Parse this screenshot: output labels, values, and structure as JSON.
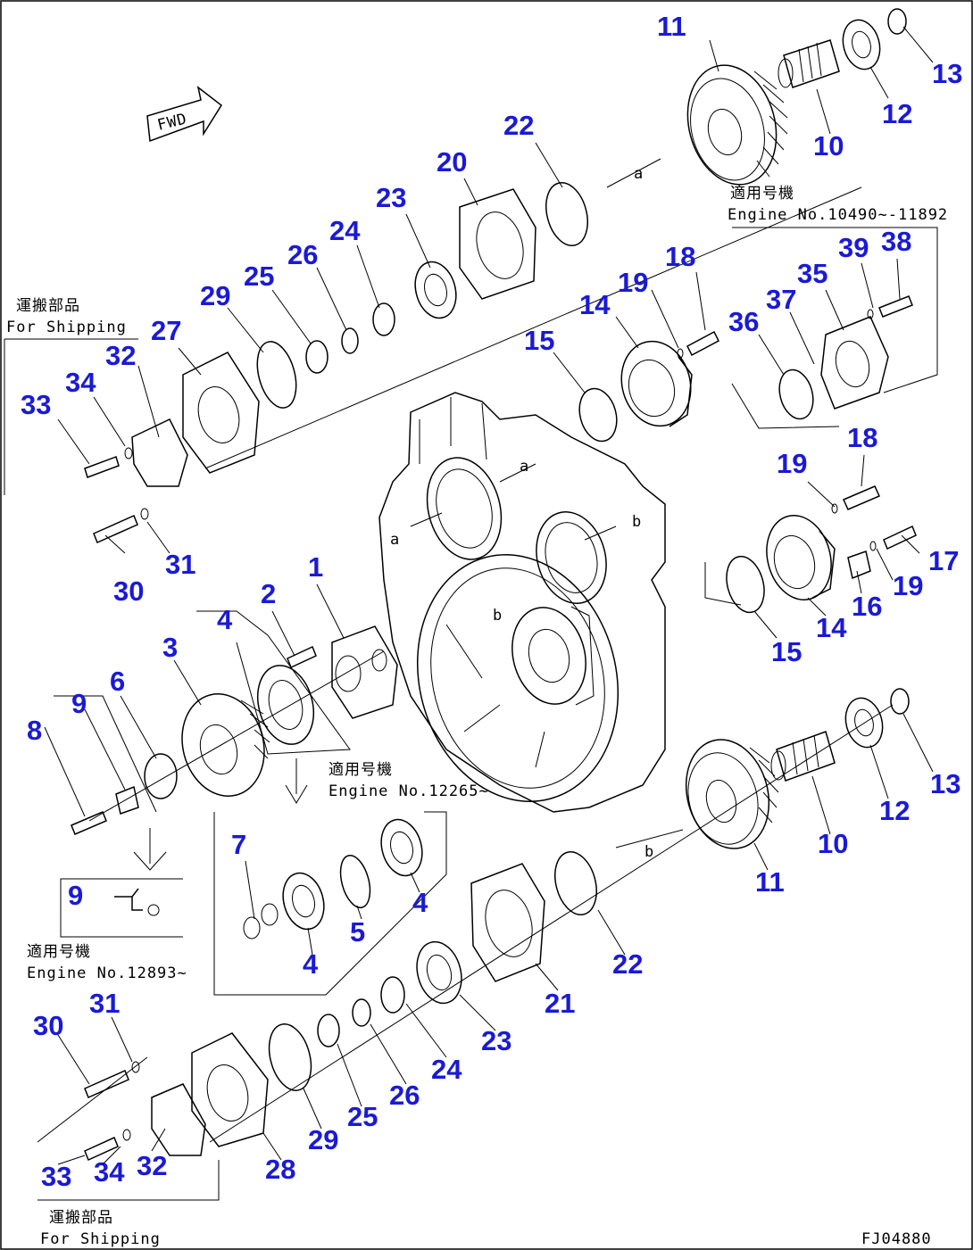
{
  "drawing_id": "FJ04880",
  "fwd_label": "FWD",
  "ref_letters": {
    "a": "a",
    "b": "b"
  },
  "notes": {
    "shipping_jp": "運搬部品",
    "shipping_en": "For Shipping",
    "serial_jp": "適用号機",
    "engine_10490": "Engine No.10490~-11892",
    "engine_12265": "Engine No.12265~",
    "engine_12893": "Engine No.12893~"
  },
  "callouts": [
    {
      "id": "c1",
      "text": "1"
    },
    {
      "id": "c2",
      "text": "2"
    },
    {
      "id": "c3",
      "text": "3"
    },
    {
      "id": "c4a",
      "text": "4"
    },
    {
      "id": "c4b",
      "text": "4"
    },
    {
      "id": "c4c",
      "text": "4"
    },
    {
      "id": "c5",
      "text": "5"
    },
    {
      "id": "c6",
      "text": "6"
    },
    {
      "id": "c7",
      "text": "7"
    },
    {
      "id": "c8",
      "text": "8"
    },
    {
      "id": "c9a",
      "text": "9"
    },
    {
      "id": "c9b",
      "text": "9"
    },
    {
      "id": "c10a",
      "text": "10"
    },
    {
      "id": "c10b",
      "text": "10"
    },
    {
      "id": "c11a",
      "text": "11"
    },
    {
      "id": "c11b",
      "text": "11"
    },
    {
      "id": "c12a",
      "text": "12"
    },
    {
      "id": "c12b",
      "text": "12"
    },
    {
      "id": "c13a",
      "text": "13"
    },
    {
      "id": "c13b",
      "text": "13"
    },
    {
      "id": "c14a",
      "text": "14"
    },
    {
      "id": "c14b",
      "text": "14"
    },
    {
      "id": "c15a",
      "text": "15"
    },
    {
      "id": "c15b",
      "text": "15"
    },
    {
      "id": "c16",
      "text": "16"
    },
    {
      "id": "c17",
      "text": "17"
    },
    {
      "id": "c18a",
      "text": "18"
    },
    {
      "id": "c18b",
      "text": "18"
    },
    {
      "id": "c19a",
      "text": "19"
    },
    {
      "id": "c19b",
      "text": "19"
    },
    {
      "id": "c19c",
      "text": "19"
    },
    {
      "id": "c20",
      "text": "20"
    },
    {
      "id": "c21",
      "text": "21"
    },
    {
      "id": "c22a",
      "text": "22"
    },
    {
      "id": "c22b",
      "text": "22"
    },
    {
      "id": "c23a",
      "text": "23"
    },
    {
      "id": "c23b",
      "text": "23"
    },
    {
      "id": "c24a",
      "text": "24"
    },
    {
      "id": "c24b",
      "text": "24"
    },
    {
      "id": "c25a",
      "text": "25"
    },
    {
      "id": "c25b",
      "text": "25"
    },
    {
      "id": "c26a",
      "text": "26"
    },
    {
      "id": "c26b",
      "text": "26"
    },
    {
      "id": "c27",
      "text": "27"
    },
    {
      "id": "c28",
      "text": "28"
    },
    {
      "id": "c29a",
      "text": "29"
    },
    {
      "id": "c29b",
      "text": "29"
    },
    {
      "id": "c30a",
      "text": "30"
    },
    {
      "id": "c30b",
      "text": "30"
    },
    {
      "id": "c31a",
      "text": "31"
    },
    {
      "id": "c31b",
      "text": "31"
    },
    {
      "id": "c32a",
      "text": "32"
    },
    {
      "id": "c32b",
      "text": "32"
    },
    {
      "id": "c33a",
      "text": "33"
    },
    {
      "id": "c33b",
      "text": "33"
    },
    {
      "id": "c34a",
      "text": "34"
    },
    {
      "id": "c34b",
      "text": "34"
    },
    {
      "id": "c35",
      "text": "35"
    },
    {
      "id": "c36",
      "text": "36"
    },
    {
      "id": "c37",
      "text": "37"
    },
    {
      "id": "c38",
      "text": "38"
    },
    {
      "id": "c39",
      "text": "39"
    }
  ]
}
